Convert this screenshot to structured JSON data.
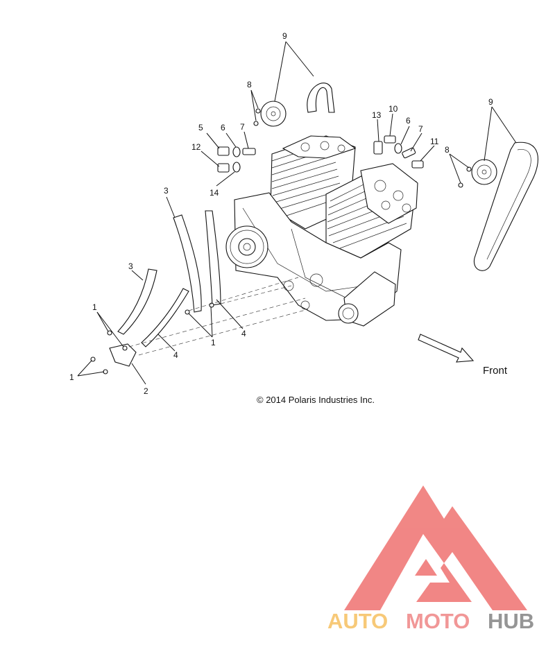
{
  "callouts": {
    "c9_top": "9",
    "c8_top": "8",
    "c5": "5",
    "c6_left": "6",
    "c7_left": "7",
    "c12": "12",
    "c14": "14",
    "c13": "13",
    "c10": "10",
    "c6_right": "6",
    "c7_right": "7",
    "c11": "11",
    "c9_right": "9",
    "c8_right": "8",
    "c3_upper": "3",
    "c3_lower": "3",
    "c1_upper": "1",
    "c1_lower": "1",
    "c1_middle": "1",
    "c4_middle": "4",
    "c4_right": "4",
    "c2": "2"
  },
  "direction_label": "Front",
  "copyright": "© 2014 Polaris Industries Inc.",
  "logo": {
    "word_part1": "AUTO",
    "word_part2": "MOTO",
    "word_part3": "HUB",
    "colors": {
      "auto": "#f7c46a",
      "moto": "#f08c8c",
      "hub": "#8a8a8a",
      "triangle": "#f07a78"
    }
  }
}
